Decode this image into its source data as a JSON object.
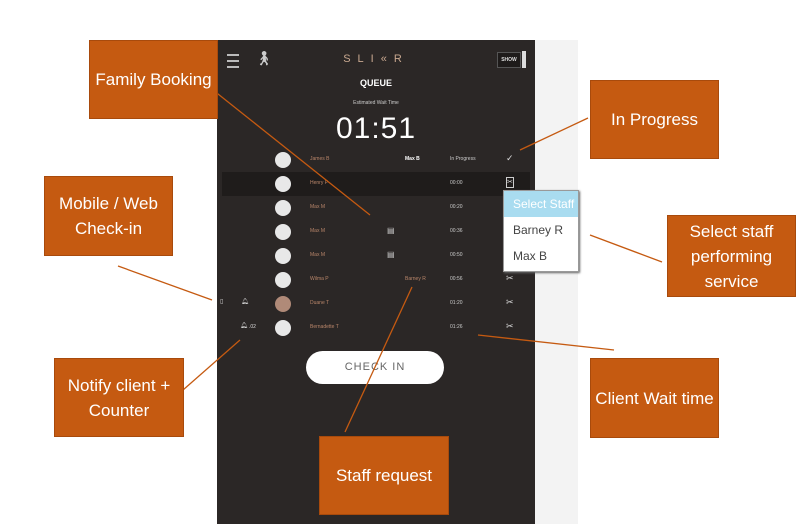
{
  "app": {
    "logo": "SLI«R",
    "show_label": "SHOW",
    "title": "QUEUE",
    "wait_label": "Estimated Wait Time",
    "wait_time": "01:51",
    "checkin_label": "CHECK IN"
  },
  "queue": [
    {
      "name": "James B",
      "staff": "Max B",
      "time": "In Progress",
      "action": "✓"
    },
    {
      "name": "Henry P",
      "time": "00:00",
      "action": "✂"
    },
    {
      "name": "Max M",
      "time": "00:20",
      "action": ""
    },
    {
      "name": "Max M",
      "time": "00:36",
      "action": ""
    },
    {
      "name": "Max M",
      "time": "00:50",
      "action": ""
    },
    {
      "name": "Wilma P",
      "request": "Barney R",
      "time": "00:56",
      "action": "✂"
    },
    {
      "name": "Duane T",
      "time": "01:20",
      "action": "✂"
    },
    {
      "name": "Bernadette T",
      "time": "01:26",
      "action": "✂",
      "counter": ".02"
    }
  ],
  "dropdown": {
    "options": [
      "Select Staff",
      "Barney R",
      "Max B"
    ]
  },
  "annotations": {
    "family": "Family Booking",
    "progress": "In Progress",
    "mobile": "Mobile / Web Check-in",
    "select": "Select staff performing service",
    "notify": "Notify client + Counter",
    "wait": "Client Wait time",
    "request": "Staff request"
  },
  "colors": {
    "annotation": "#c55a11",
    "panel": "#2b2726"
  }
}
